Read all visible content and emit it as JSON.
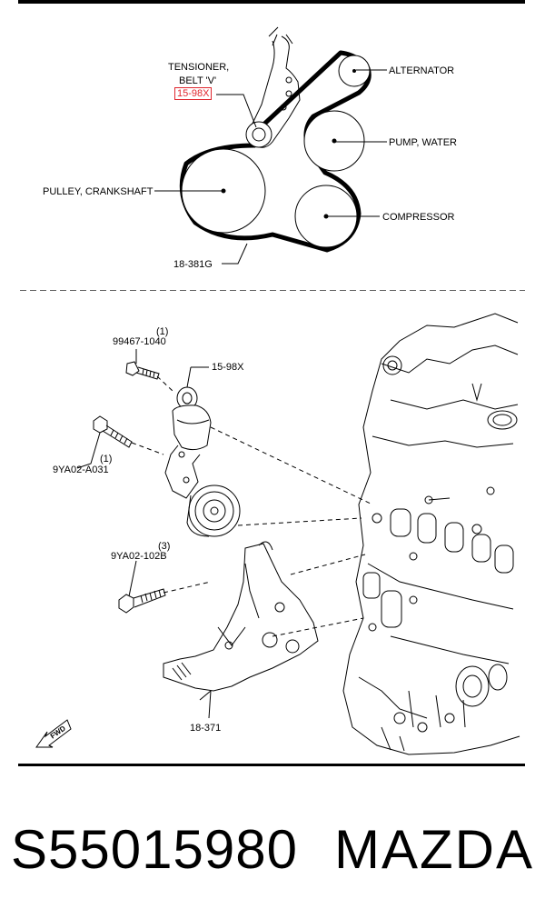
{
  "top_diagram": {
    "callouts": {
      "tensioner_line1": "TENSIONER,",
      "tensioner_line2": "BELT 'V'",
      "tensioner_part": "15-98X",
      "alternator": "ALTERNATOR",
      "water_pump": "PUMP, WATER",
      "crankshaft": "PULLEY, CRANKSHAFT",
      "compressor": "COMPRESSOR",
      "belt_part": "18-381G"
    },
    "highlight_color": "#e0262e"
  },
  "bottom_diagram": {
    "callouts": {
      "bolt1_qty": "(1)",
      "bolt1_part": "99467-1040",
      "tensioner_part": "15-98X",
      "bolt2_qty": "(1)",
      "bolt2_part": "9YA02-A031",
      "bolt3_qty": "(3)",
      "bolt3_part": "9YA02-102B",
      "bracket_part": "18-371"
    },
    "fwd_label": "FWD"
  },
  "footer": {
    "part_number": "S55015980",
    "brand": "MAZDA"
  }
}
